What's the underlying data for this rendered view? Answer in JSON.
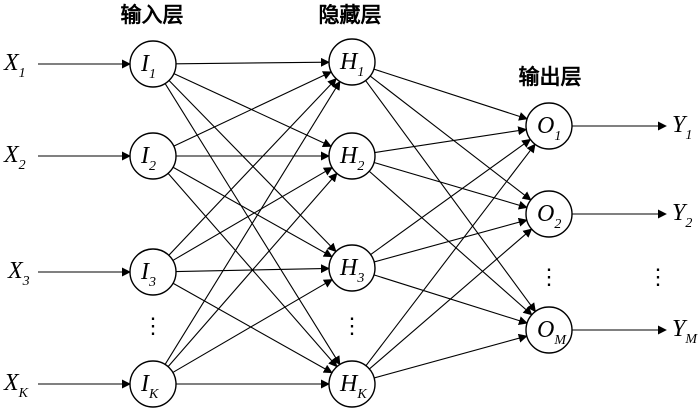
{
  "layers": {
    "input": {
      "title": "输入层",
      "nodes": [
        {
          "base": "I",
          "sub": "1"
        },
        {
          "base": "I",
          "sub": "2"
        },
        {
          "base": "I",
          "sub": "3"
        },
        {
          "base": "I",
          "sub": "K"
        }
      ]
    },
    "hidden": {
      "title": "隐藏层",
      "nodes": [
        {
          "base": "H",
          "sub": "1"
        },
        {
          "base": "H",
          "sub": "2"
        },
        {
          "base": "H",
          "sub": "3"
        },
        {
          "base": "H",
          "sub": "K"
        }
      ]
    },
    "output": {
      "title": "输出层",
      "nodes": [
        {
          "base": "O",
          "sub": "1"
        },
        {
          "base": "O",
          "sub": "2"
        },
        {
          "base": "O",
          "sub": "M"
        }
      ]
    }
  },
  "inputs": [
    {
      "base": "X",
      "sub": "1"
    },
    {
      "base": "X",
      "sub": "2"
    },
    {
      "base": "X",
      "sub": "3"
    },
    {
      "base": "X",
      "sub": "K"
    }
  ],
  "outputs": [
    {
      "base": "Y",
      "sub": "1"
    },
    {
      "base": "Y",
      "sub": "2"
    },
    {
      "base": "Y",
      "sub": "M"
    }
  ],
  "ellipsis": "⋮"
}
